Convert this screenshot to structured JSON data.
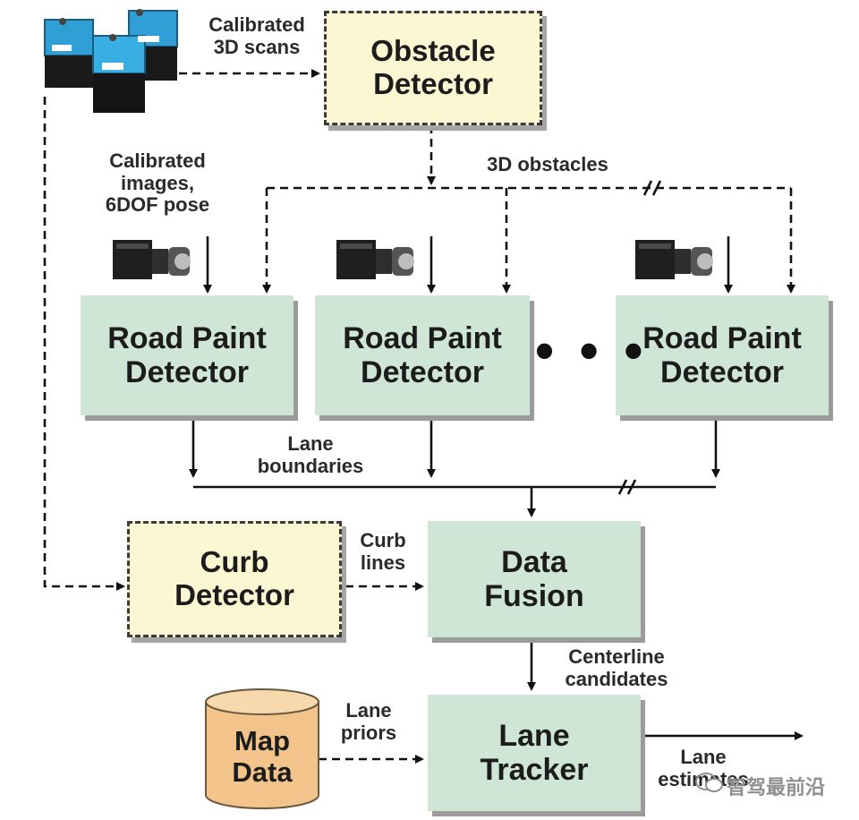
{
  "boxes": {
    "obstacle_detector": [
      "Obstacle",
      "Detector"
    ],
    "road_paint_1": [
      "Road Paint",
      "Detector"
    ],
    "road_paint_2": [
      "Road Paint",
      "Detector"
    ],
    "road_paint_3": [
      "Road Paint",
      "Detector"
    ],
    "curb_detector": [
      "Curb",
      "Detector"
    ],
    "data_fusion": [
      "Data",
      "Fusion"
    ],
    "lane_tracker": [
      "Lane",
      "Tracker"
    ],
    "map_data": [
      "Map",
      "Data"
    ]
  },
  "labels": {
    "calibrated_scans": [
      "Calibrated",
      "3D scans"
    ],
    "calibrated_images": [
      "Calibrated",
      "images,",
      "6DOF pose"
    ],
    "obstacles_3d": "3D obstacles",
    "lane_boundaries": [
      "Lane",
      "boundaries"
    ],
    "curb_lines": [
      "Curb",
      "lines"
    ],
    "centerline_candidates": [
      "Centerline",
      "candidates"
    ],
    "lane_priors": [
      "Lane",
      "priors"
    ],
    "lane_estimates": [
      "Lane",
      "estimates"
    ]
  },
  "ellipsis": "• • •",
  "watermark": "智驾最前沿",
  "colors": {
    "solid_box": "#cfe6d6",
    "dashed_box": "#fbf7d2",
    "map_cylinder": "#f2c48c",
    "sensor_blue": "#2f9fd6"
  }
}
